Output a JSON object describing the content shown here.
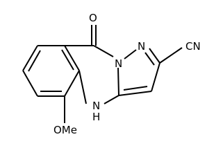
{
  "molecule": {
    "atoms": {
      "carbonyl_o": "O",
      "n_ring1": "N",
      "n_ring2": "N",
      "nitrile_n": "CN",
      "nh_n": "N",
      "nh_h": "H",
      "methoxy": "OMe"
    }
  }
}
